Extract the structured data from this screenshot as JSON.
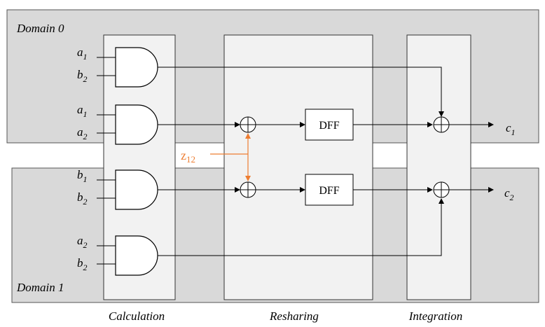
{
  "domains": {
    "d0": "Domain 0",
    "d1": "Domain 1"
  },
  "stages": {
    "calculation": "Calculation",
    "resharing": "Resharing",
    "integration": "Integration"
  },
  "gates": [
    {
      "in1": "a",
      "in1_sub": "1",
      "in2": "b",
      "in2_sub": "2"
    },
    {
      "in1": "a",
      "in1_sub": "1",
      "in2": "a",
      "in2_sub": "2"
    },
    {
      "in1": "b",
      "in1_sub": "1",
      "in2": "b",
      "in2_sub": "2"
    },
    {
      "in1": "a",
      "in1_sub": "2",
      "in2": "b",
      "in2_sub": "2"
    }
  ],
  "dff_label": "DFF",
  "mask": {
    "text": "z",
    "sub": "12"
  },
  "outputs": [
    {
      "text": "c",
      "sub": "1"
    },
    {
      "text": "c",
      "sub": "2"
    }
  ],
  "colors": {
    "domain_fill": "#d9d9d9",
    "stage_fill": "#f2f2f2",
    "mask_color": "#ed7d31"
  }
}
